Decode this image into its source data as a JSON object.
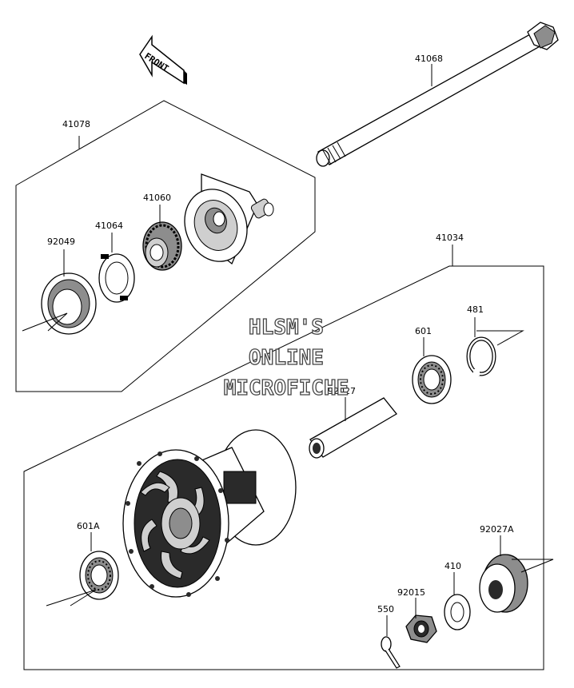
{
  "front_arrow": {
    "text": "FRONT"
  },
  "labels": {
    "p41068": "41068",
    "p41078": "41078",
    "p41060": "41060",
    "p41064": "41064",
    "p92049": "92049",
    "p41034": "41034",
    "p481": "481",
    "p601": "601",
    "p92027": "92027",
    "p601A": "601A",
    "p92027A": "92027A",
    "p410": "410",
    "p92015": "92015",
    "p550": "550"
  },
  "watermark": {
    "line1": "HLSM'S",
    "line2": "ONLINE",
    "line3": "MICROFICHE"
  }
}
